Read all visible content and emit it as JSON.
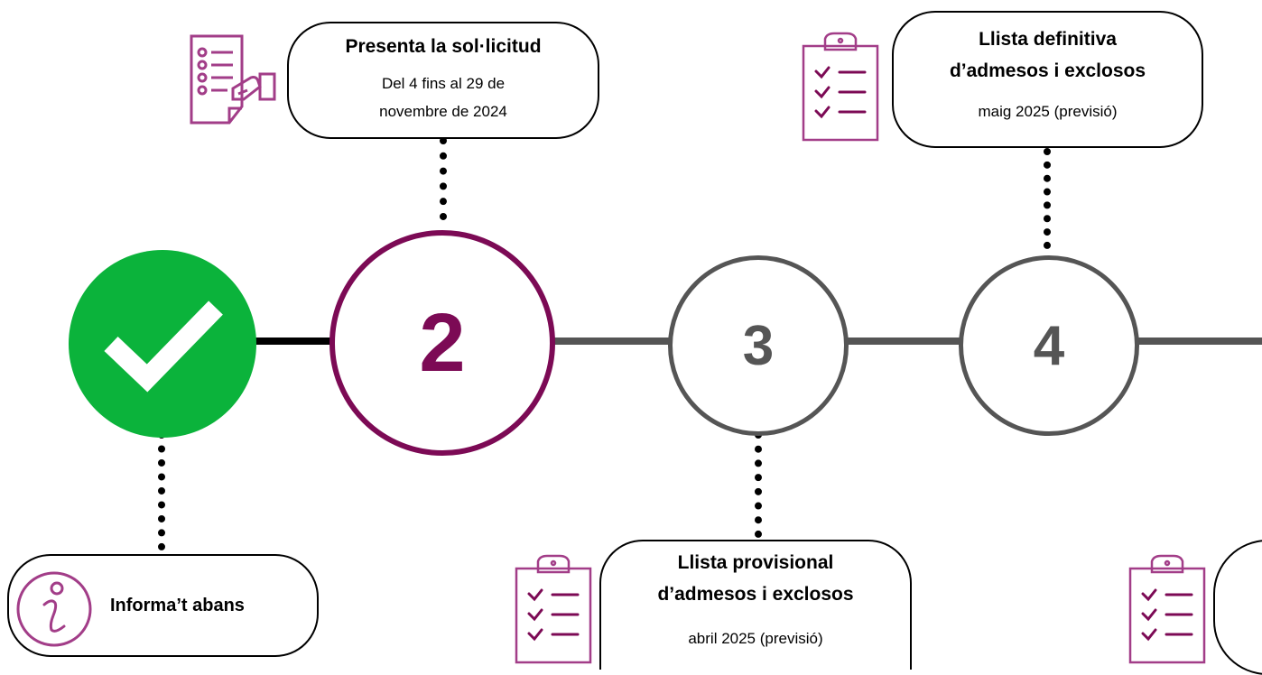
{
  "colors": {
    "done": "#0bb33b",
    "current": "#7c0a55",
    "pending": "#555555",
    "icon": "#a23d88"
  },
  "steps": [
    {
      "state": "done",
      "icon": "check-icon",
      "label": "Informa’t abans",
      "label_icon": "info-icon"
    },
    {
      "state": "current",
      "number": "2",
      "title": "Presenta la sol·licitud",
      "detail_line1": "Del 4 fins al 29 de",
      "detail_line2": "novembre de 2024",
      "label_icon": "form-hand-icon"
    },
    {
      "state": "pending",
      "number": "3",
      "title_line1": "Llista provisional",
      "title_line2": "d’admesos i exclosos",
      "detail": "abril 2025 (previsió)",
      "label_icon": "clipboard-checklist-icon"
    },
    {
      "state": "pending",
      "number": "4",
      "title_line1": "Llista definitiva",
      "title_line2": "d’admesos i exclosos",
      "detail": "maig 2025 (previsió)",
      "label_icon": "clipboard-checklist-icon"
    },
    {
      "state": "pending",
      "label_icon": "clipboard-checklist-icon"
    }
  ]
}
